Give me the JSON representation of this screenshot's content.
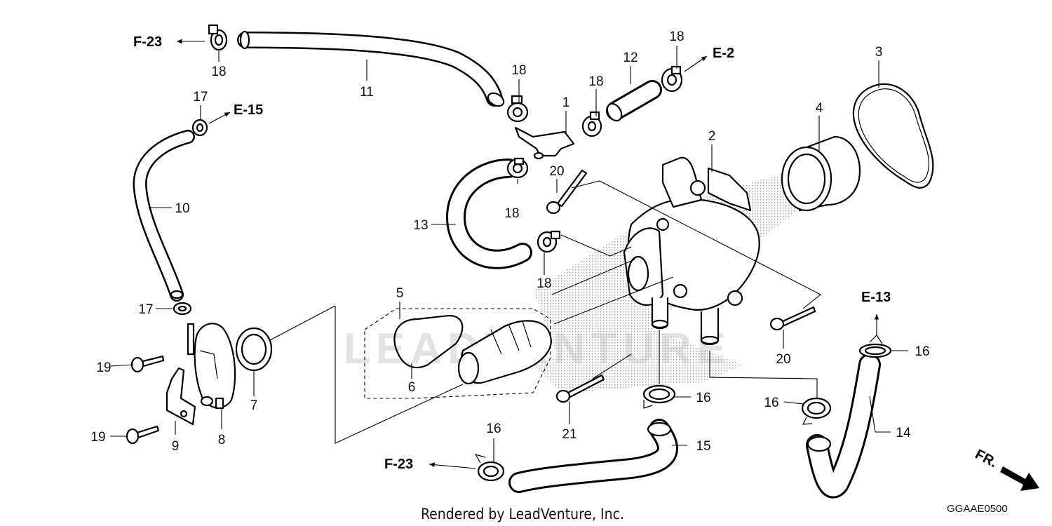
{
  "diagram": {
    "callouts": {
      "p1": "1",
      "p2": "2",
      "p3": "3",
      "p4": "4",
      "p5": "5",
      "p6": "6",
      "p7": "7",
      "p8": "8",
      "p9": "9",
      "p10": "10",
      "p11": "11",
      "p12": "12",
      "p13": "13",
      "p14": "14",
      "p15": "15",
      "p16a": "16",
      "p16b": "16",
      "p16c": "16",
      "p16d": "16",
      "p17a": "17",
      "p17b": "17",
      "p18a": "18",
      "p18b": "18",
      "p18c": "18",
      "p18d": "18",
      "p18e": "18",
      "p18f": "18",
      "p19a": "19",
      "p19b": "19",
      "p20a": "20",
      "p20b": "20",
      "p21": "21"
    },
    "references": {
      "f23_top": "F-23",
      "e15": "E-15",
      "e2": "E-2",
      "e13": "E-13",
      "f23_bottom": "F-23",
      "fr": "FR."
    },
    "watermark": "LEADVENTURE",
    "credit": "Rendered by LeadVenture, Inc.",
    "diagram_code": "GGAAE0500"
  }
}
